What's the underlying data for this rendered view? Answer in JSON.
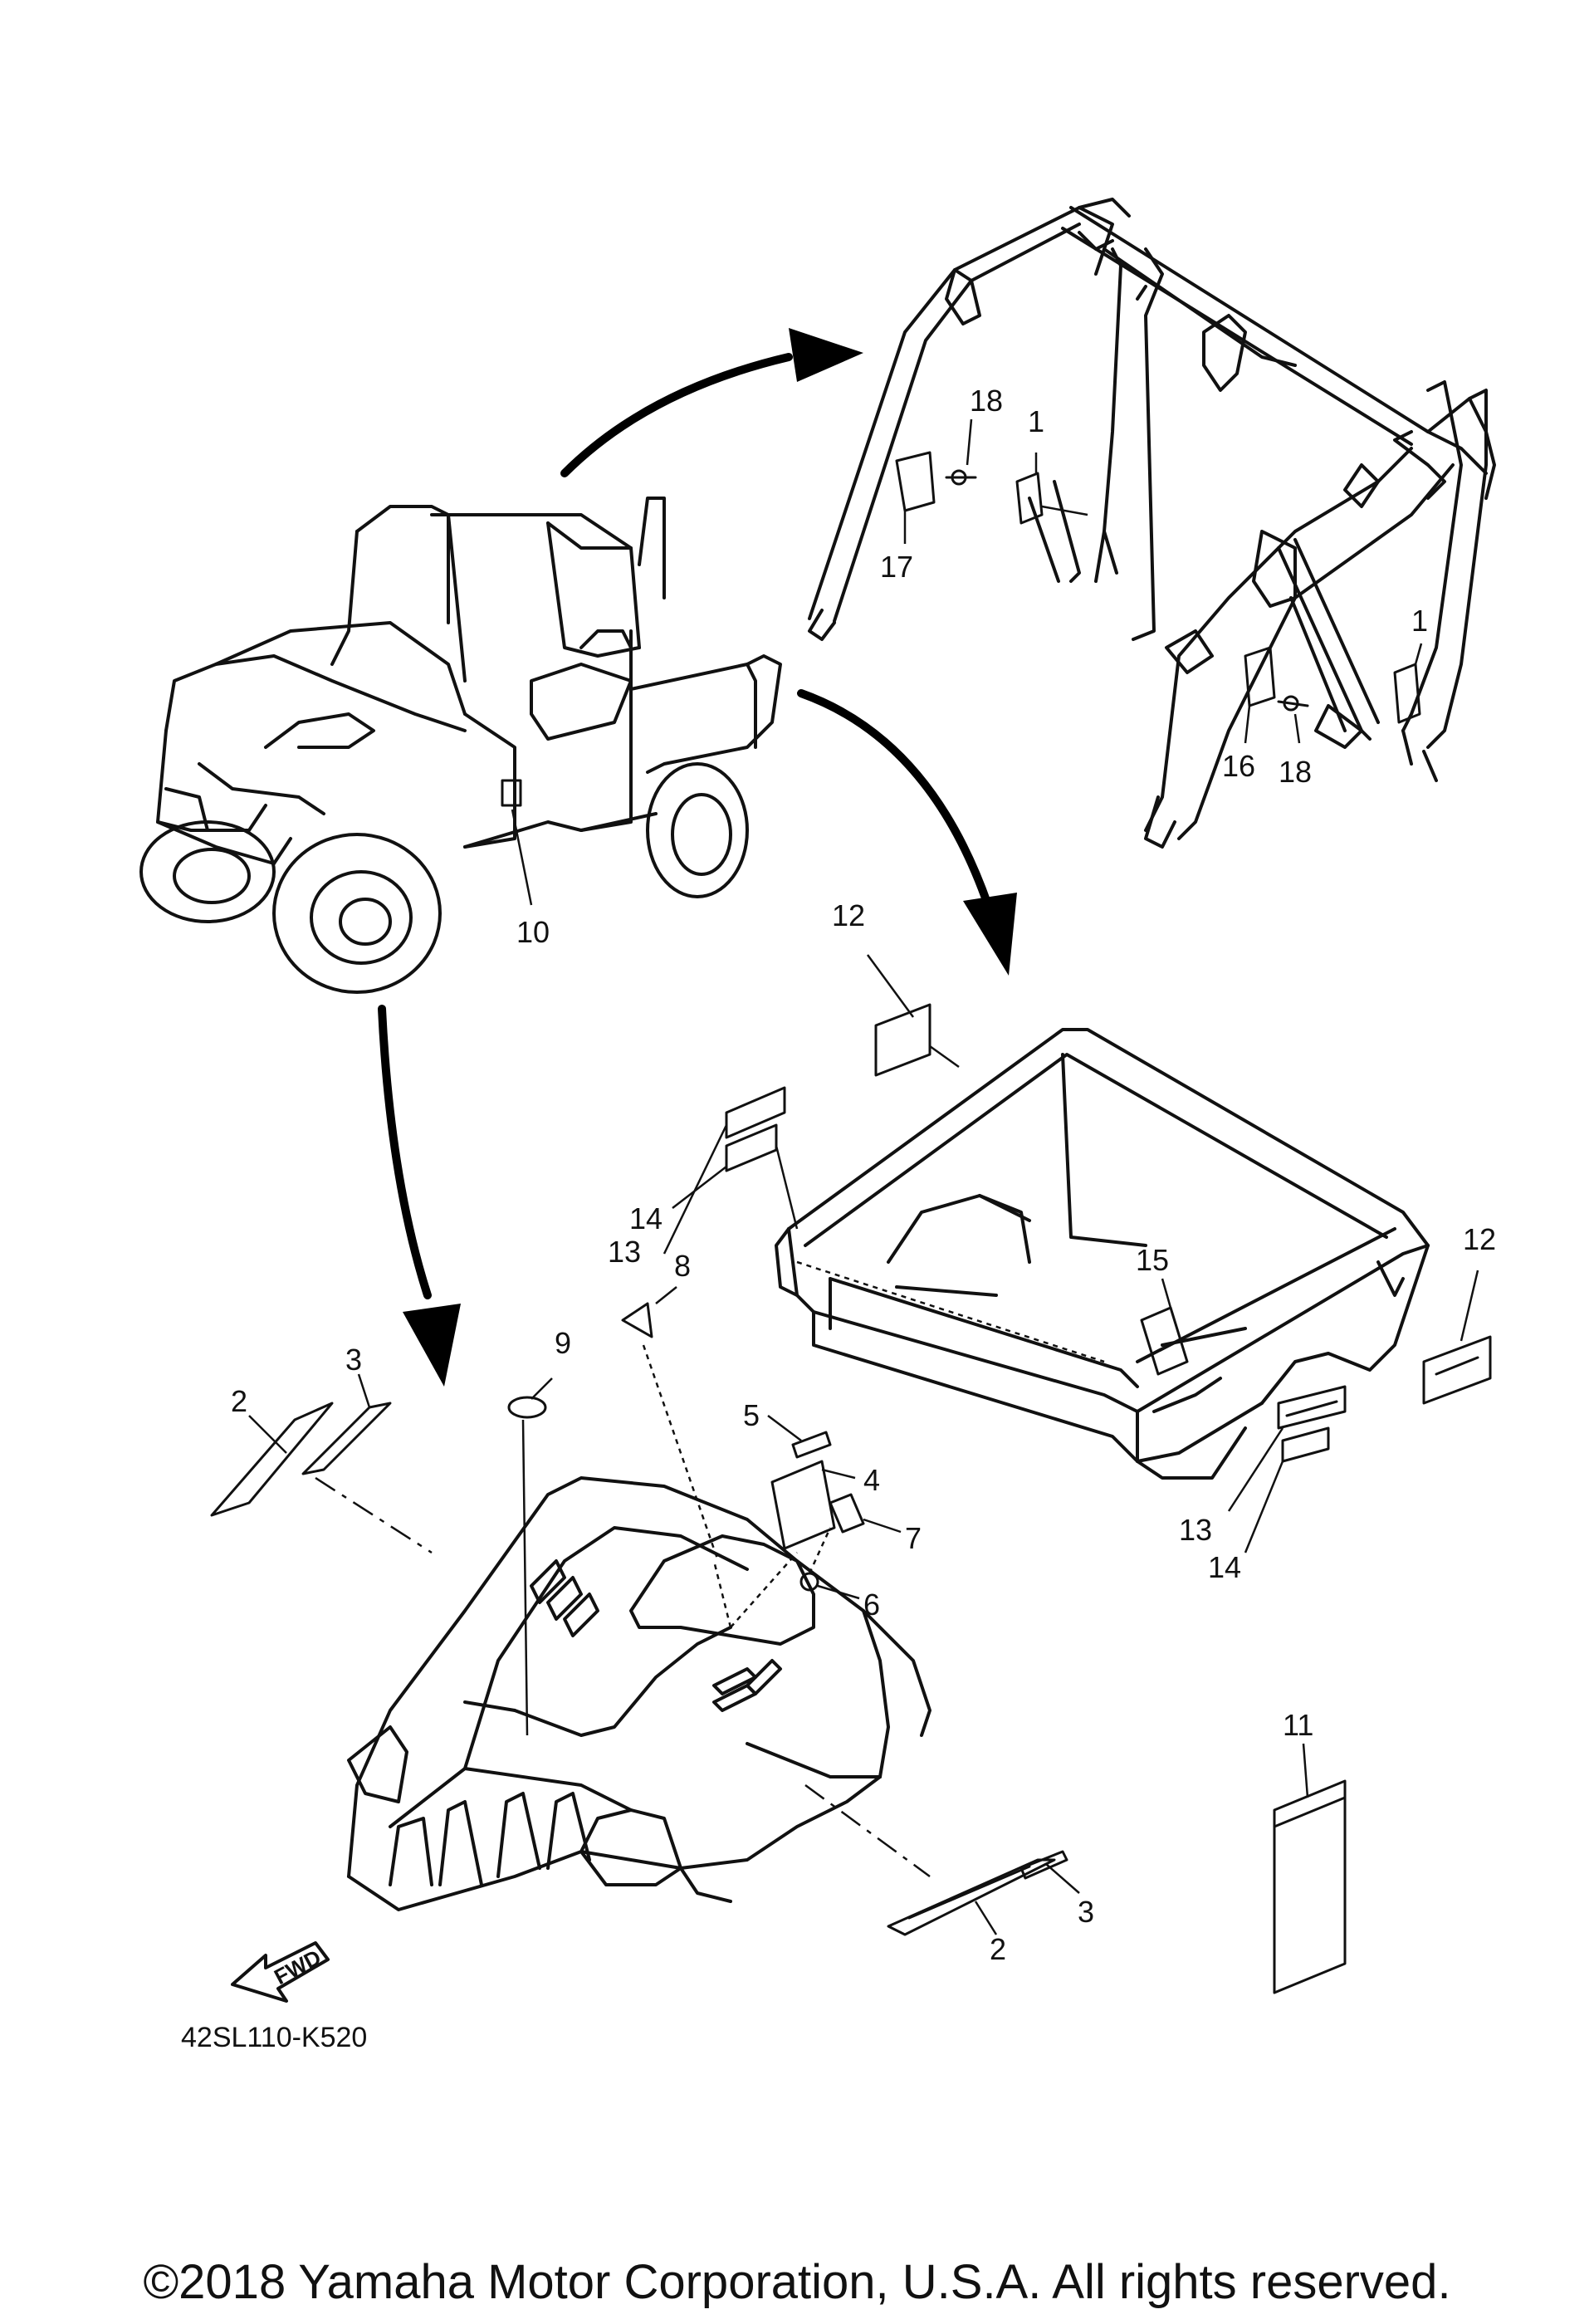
{
  "diagram_code": "42SL110-K520",
  "fwd_label": "FWD",
  "copyright": "©2018 Yamaha Motor Corporation, U.S.A. All rights reserved.",
  "callouts": {
    "c1a": "1",
    "c1b": "1",
    "c2a": "2",
    "c2b": "2",
    "c3a": "3",
    "c3b": "3",
    "c4": "4",
    "c5": "5",
    "c6": "6",
    "c7": "7",
    "c8": "8",
    "c9": "9",
    "c10": "10",
    "c11": "11",
    "c12a": "12",
    "c12b": "12",
    "c13a": "13",
    "c13b": "13",
    "c14a": "14",
    "c14b": "14",
    "c15": "15",
    "c16": "16",
    "c17": "17",
    "c18a": "18",
    "c18b": "18"
  }
}
